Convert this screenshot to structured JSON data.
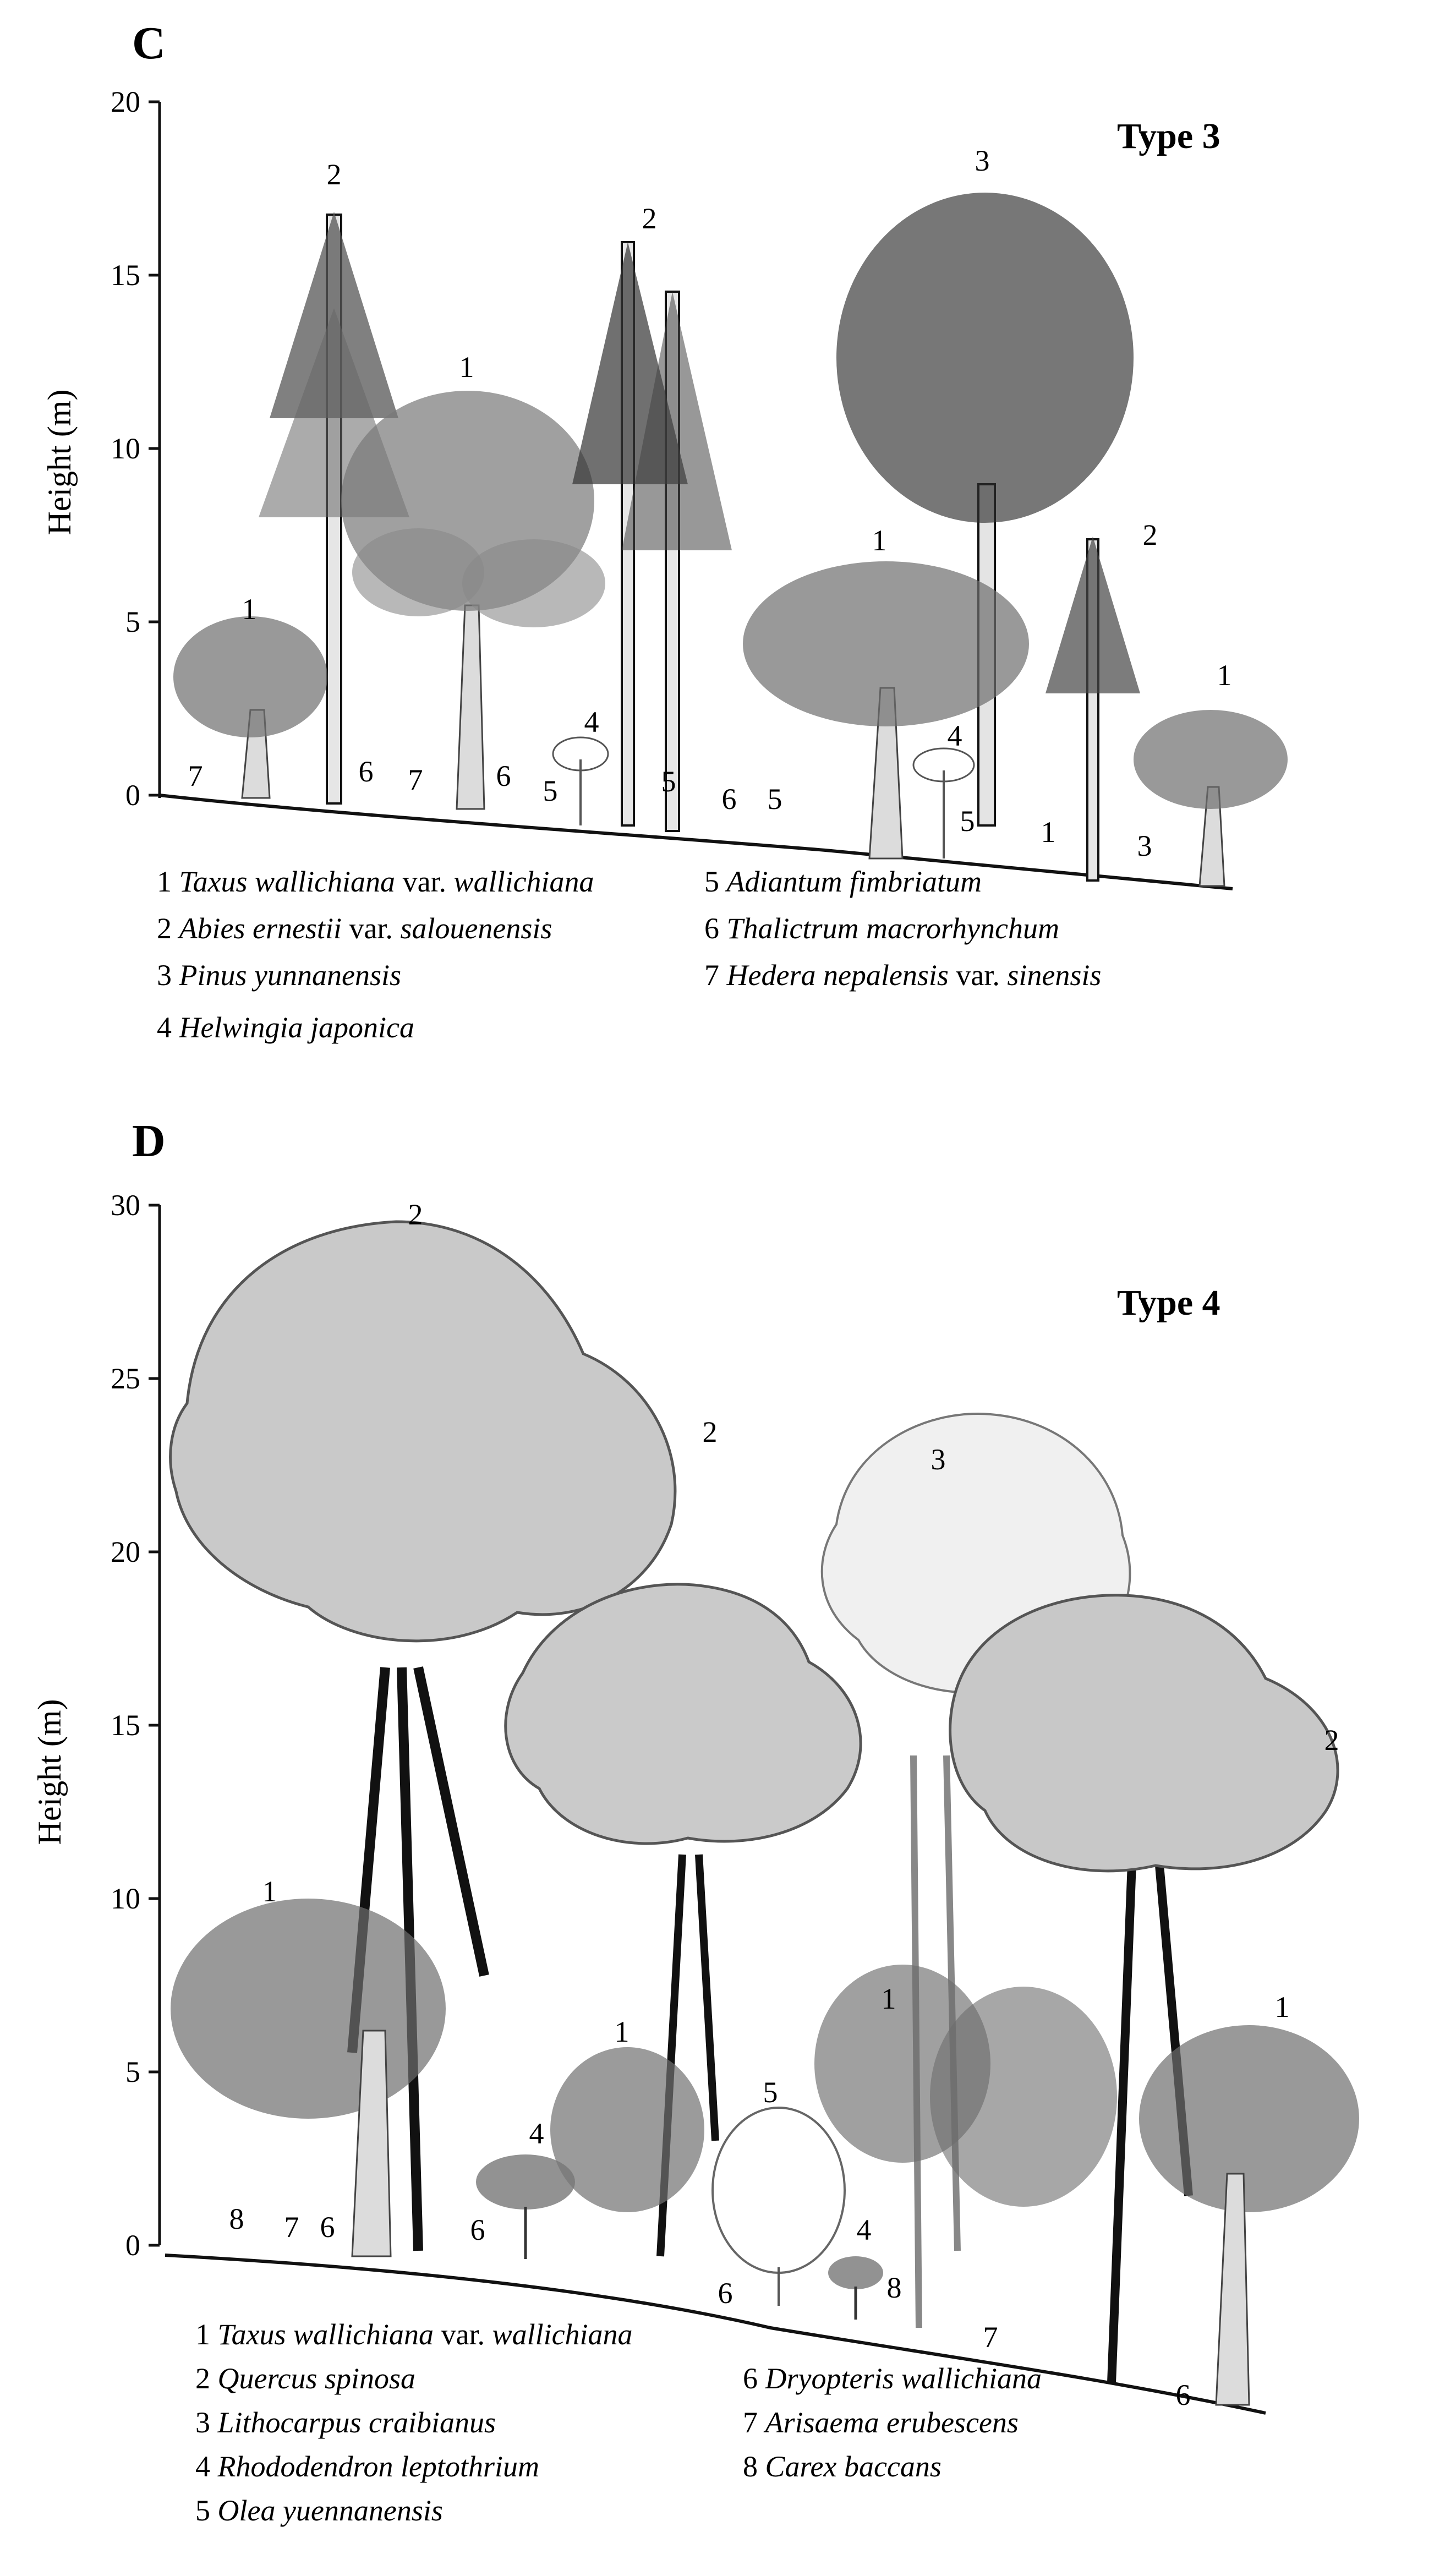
{
  "panels": [
    {
      "id": "C",
      "letter": "C",
      "type_label": "Type 3",
      "ylabel": "Height (m)",
      "yticks": [
        "0",
        "5",
        "10",
        "15",
        "20"
      ],
      "tree_labels": [
        "2",
        "1",
        "2",
        "3",
        "1",
        "2",
        "1",
        "1",
        "4",
        "4",
        "7",
        "6",
        "7",
        "6",
        "5",
        "5",
        "6",
        "5",
        "5",
        "1",
        "3"
      ],
      "legend": [
        {
          "num": "1",
          "italic": "Taxus wallichiana",
          "plain": " var. ",
          "italic2": "wallichiana"
        },
        {
          "num": "2",
          "italic": "Abies ernestii",
          "plain": " var. ",
          "italic2": "salouenensis"
        },
        {
          "num": "3",
          "italic": "Pinus yunnanensis",
          "plain": "",
          "italic2": ""
        },
        {
          "num": "4",
          "italic": "Helwingia japonica",
          "plain": "",
          "italic2": ""
        },
        {
          "num": "5",
          "italic": "Adiantum fimbriatum",
          "plain": "",
          "italic2": ""
        },
        {
          "num": "6",
          "italic": "Thalictrum macrorhynchum",
          "plain": "",
          "italic2": ""
        },
        {
          "num": "7",
          "italic": "Hedera nepalensis",
          "plain": " var. ",
          "italic2": "sinensis"
        }
      ]
    },
    {
      "id": "D",
      "letter": "D",
      "type_label": "Type 4",
      "ylabel": "Height (m)",
      "yticks": [
        "0",
        "5",
        "10",
        "15",
        "20",
        "25",
        "30"
      ],
      "tree_labels": [
        "2",
        "2",
        "3",
        "2",
        "1",
        "1",
        "1",
        "1",
        "4",
        "5",
        "4",
        "8",
        "7",
        "6",
        "6",
        "6",
        "8",
        "7",
        "6"
      ],
      "legend": [
        {
          "num": "1",
          "italic": "Taxus wallichiana",
          "plain": " var. ",
          "italic2": "wallichiana"
        },
        {
          "num": "2",
          "italic": "Quercus spinosa",
          "plain": "",
          "italic2": ""
        },
        {
          "num": "3",
          "italic": "Lithocarpus craibianus",
          "plain": "",
          "italic2": ""
        },
        {
          "num": "4",
          "italic": "Rhododendron leptothrium",
          "plain": "",
          "italic2": ""
        },
        {
          "num": "5",
          "italic": "Olea yuennanensis",
          "plain": "",
          "italic2": ""
        },
        {
          "num": "6",
          "italic": "Dryopteris wallichiana",
          "plain": "",
          "italic2": ""
        },
        {
          "num": "7",
          "italic": "Arisaema erubescens",
          "plain": "",
          "italic2": ""
        },
        {
          "num": "8",
          "italic": "Carex baccans",
          "plain": "",
          "italic2": ""
        }
      ]
    }
  ],
  "colors": {
    "ink": "#111111",
    "foliage_dark": "#3a3a3a",
    "foliage_mid": "#6a6a6a",
    "foliage_light": "#b8b8b8",
    "bark_light": "#d8d8d8"
  }
}
